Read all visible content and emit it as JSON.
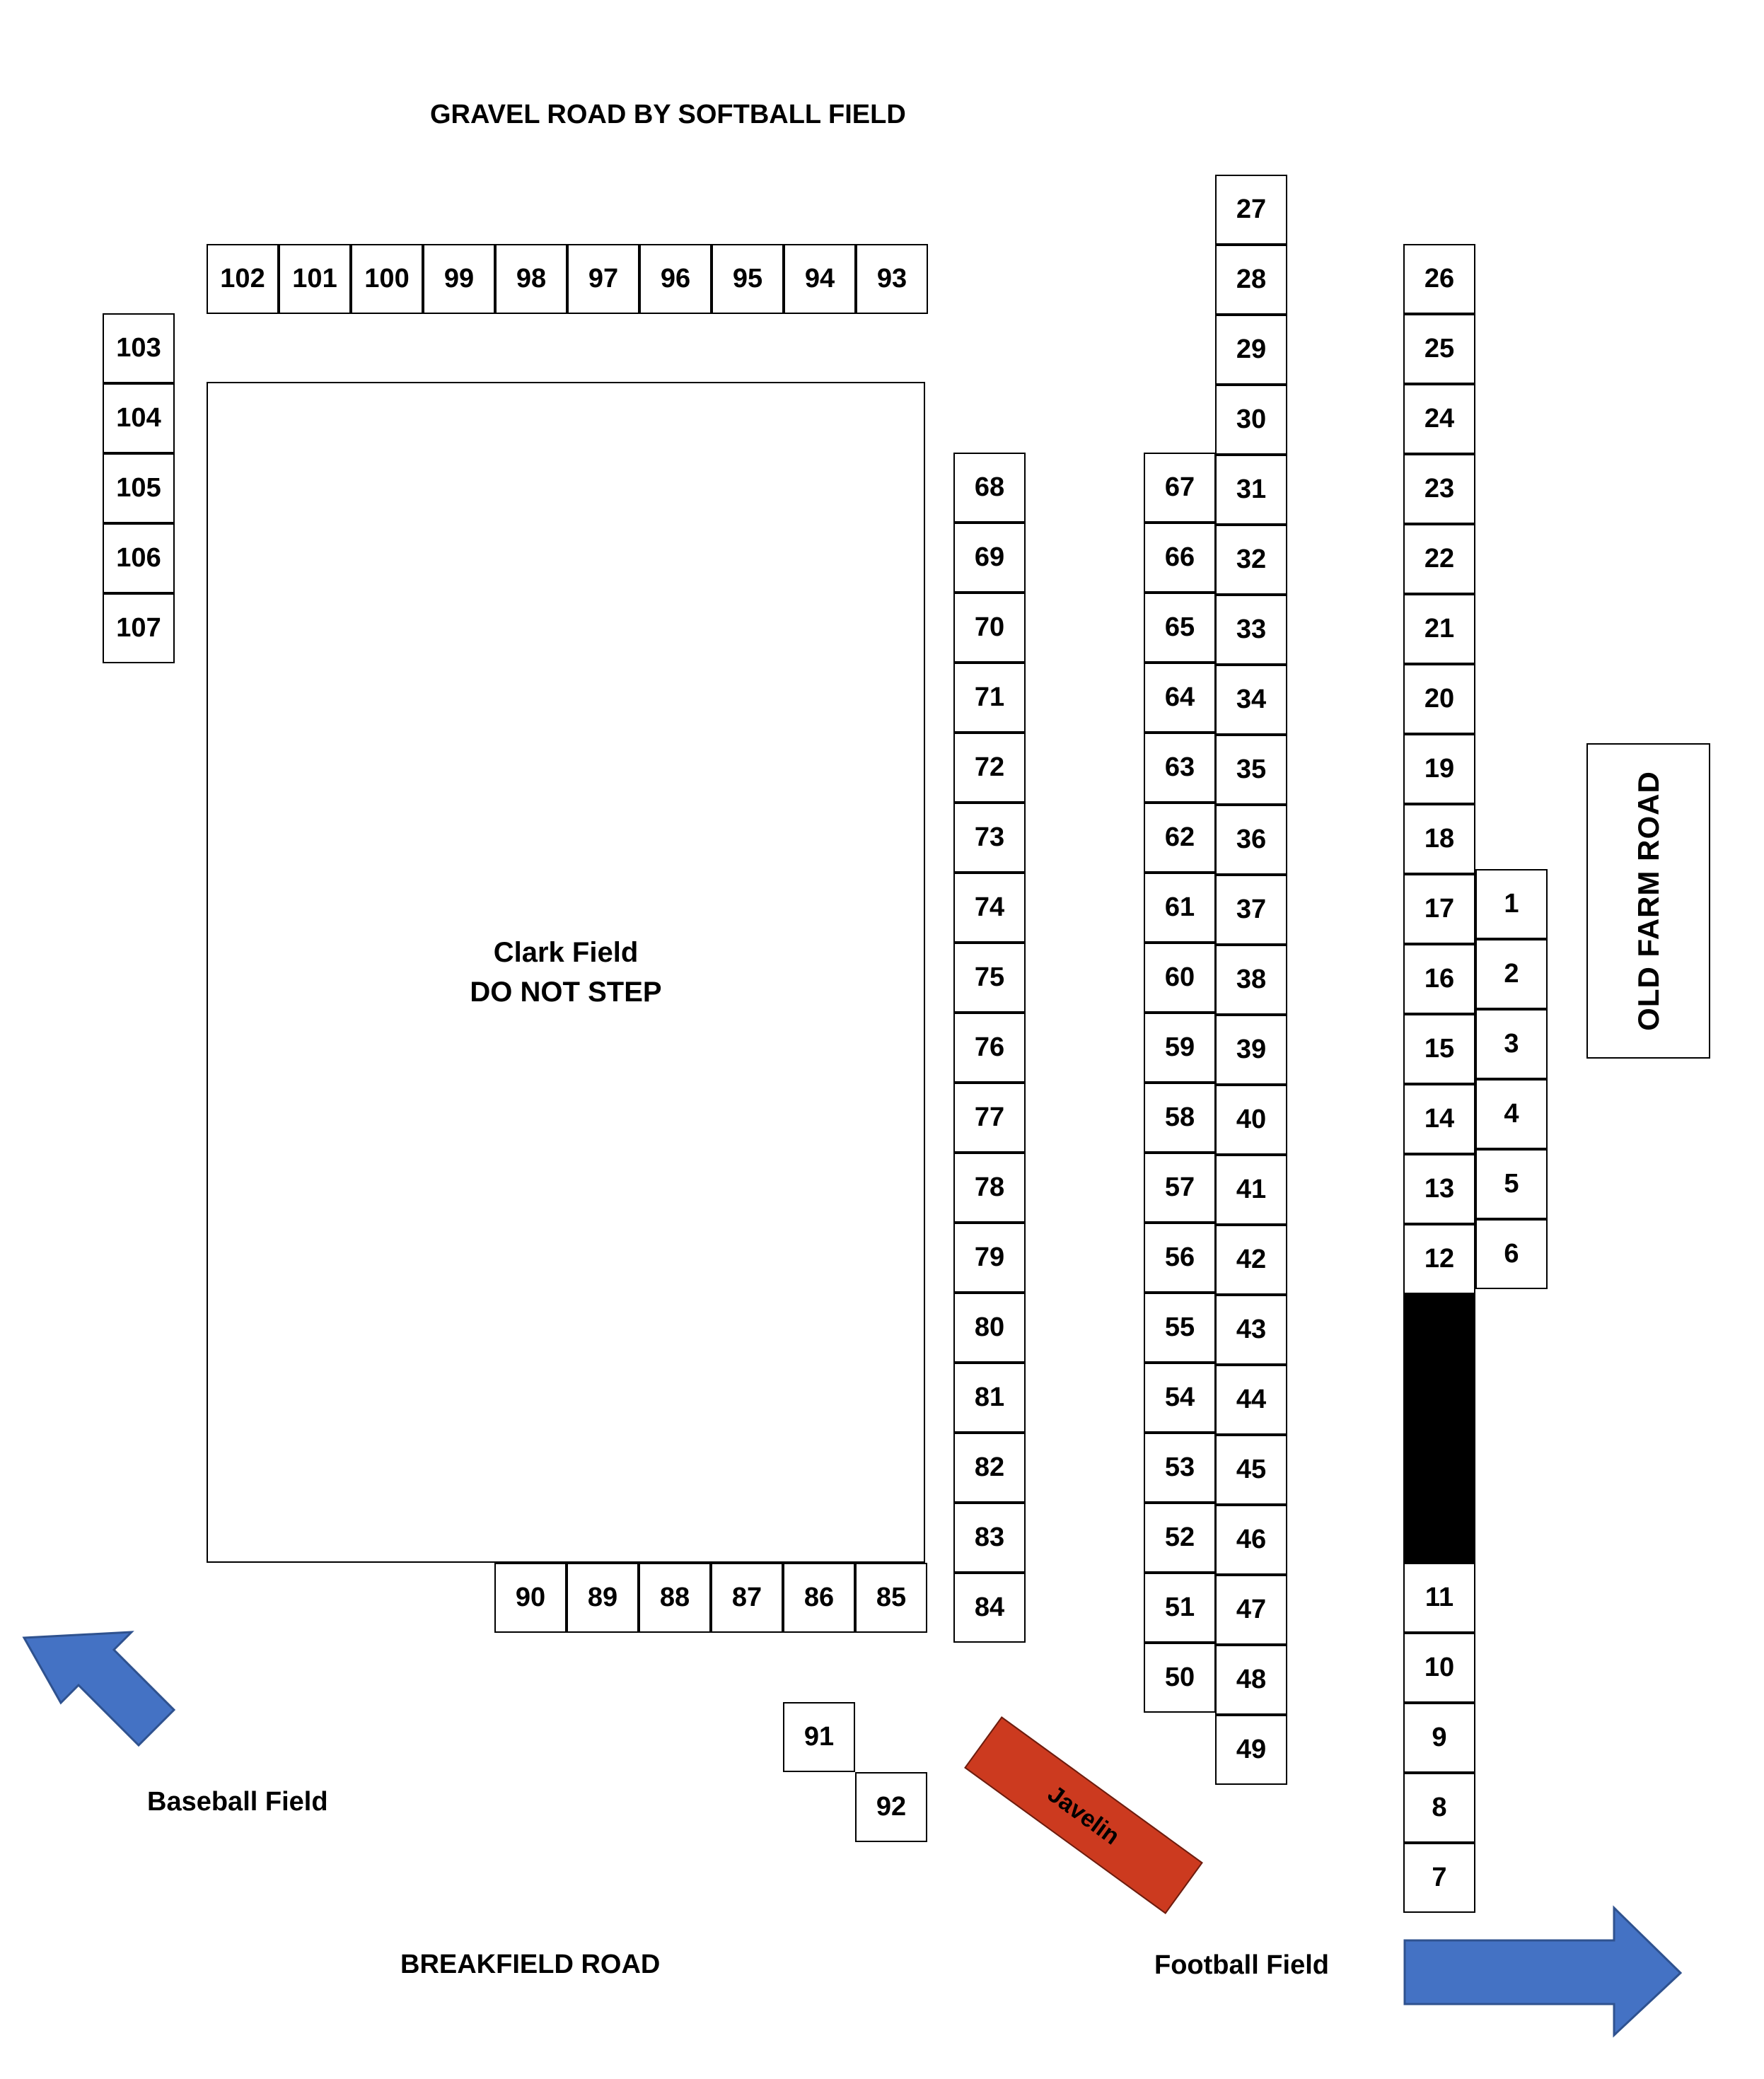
{
  "roads": {
    "top": "GRAVEL ROAD BY SOFTBALL FIELD",
    "bottom": "BREAKFIELD ROAD",
    "right": "OLD FARM ROAD"
  },
  "field": {
    "name": "Clark Field",
    "warning": "DO NOT STEP"
  },
  "javelin": "Javelin",
  "directions": {
    "baseball": "Baseball Field",
    "football": "Football Field"
  },
  "colors": {
    "arrow": "#4472c4",
    "arrow_border": "#2f528f",
    "javelin": "#cc3a1f",
    "blocked": "#000000"
  },
  "stalls": {
    "top_row": [
      "102",
      "101",
      "100",
      "99",
      "98",
      "97",
      "96",
      "95",
      "94",
      "93"
    ],
    "left_column": [
      "103",
      "104",
      "105",
      "106",
      "107"
    ],
    "bottom_row": [
      "90",
      "89",
      "88",
      "87",
      "86",
      "85"
    ],
    "column_68_84": [
      "68",
      "69",
      "70",
      "71",
      "72",
      "73",
      "74",
      "75",
      "76",
      "77",
      "78",
      "79",
      "80",
      "81",
      "82",
      "83",
      "84"
    ],
    "column_67_50": [
      "67",
      "66",
      "65",
      "64",
      "63",
      "62",
      "61",
      "60",
      "59",
      "58",
      "57",
      "56",
      "55",
      "54",
      "53",
      "52",
      "51",
      "50"
    ],
    "column_27_49": [
      "27",
      "28",
      "29",
      "30",
      "31",
      "32",
      "33",
      "34",
      "35",
      "36",
      "37",
      "38",
      "39",
      "40",
      "41",
      "42",
      "43",
      "44",
      "45",
      "46",
      "47",
      "48",
      "49"
    ],
    "column_26_12": [
      "26",
      "25",
      "24",
      "23",
      "22",
      "21",
      "20",
      "19",
      "18",
      "17",
      "16",
      "15",
      "14",
      "13",
      "12"
    ],
    "column_11_7": [
      "11",
      "10",
      "9",
      "8",
      "7"
    ],
    "column_1_6": [
      "1",
      "2",
      "3",
      "4",
      "5",
      "6"
    ],
    "single_91": "91",
    "single_92": "92"
  }
}
